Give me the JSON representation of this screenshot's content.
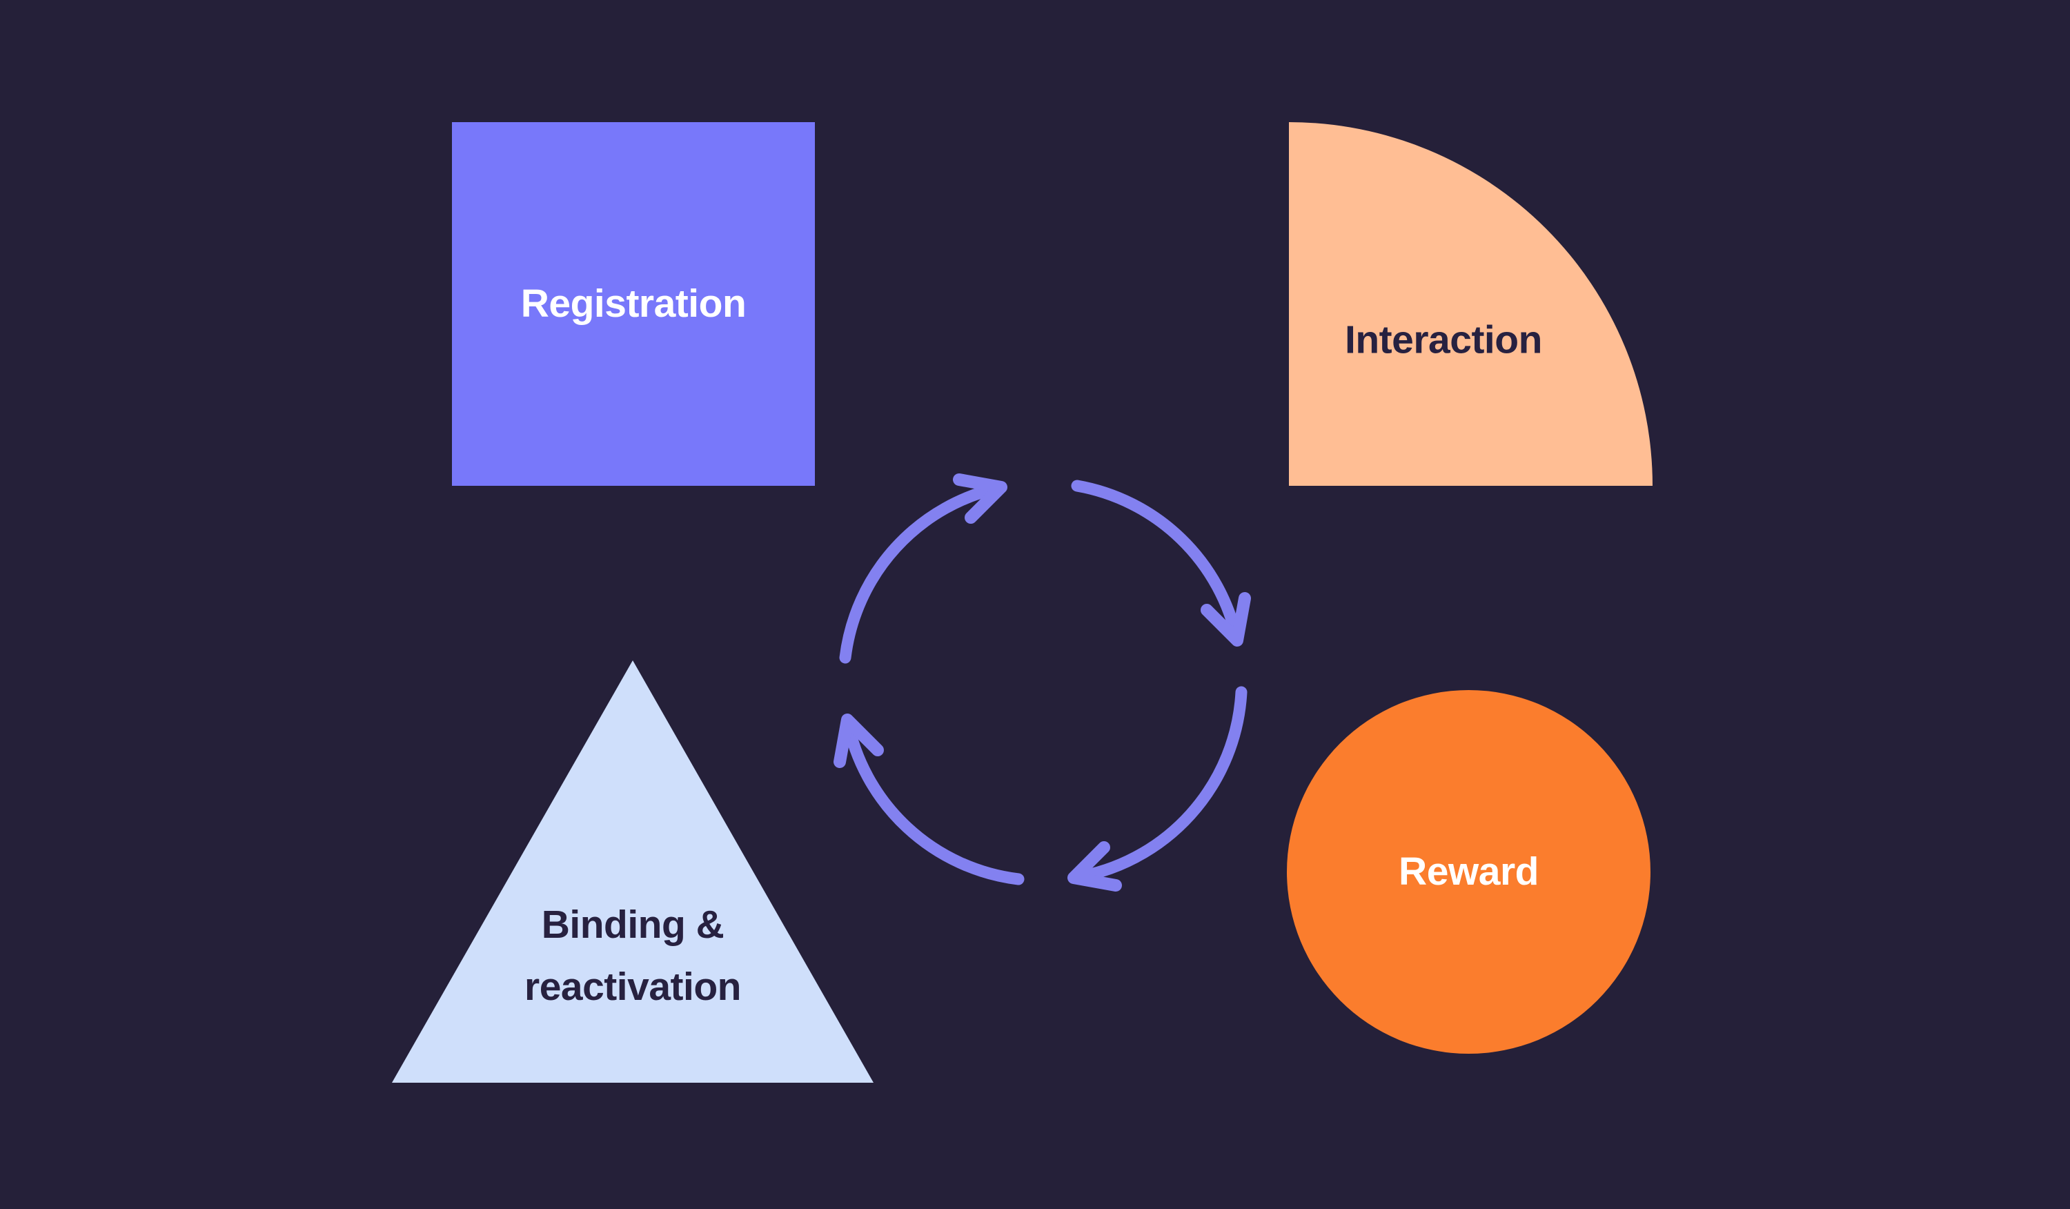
{
  "diagram": {
    "background_color": "#252039",
    "nodes": [
      {
        "id": "registration",
        "label": "Registration",
        "shape": "square",
        "fill": "#7878FA",
        "text_color": "#FFFFFF"
      },
      {
        "id": "interaction",
        "label": "Interaction",
        "shape": "quarter-circle",
        "fill": "#FFBE94",
        "text_color": "#272140"
      },
      {
        "id": "binding-reactivation",
        "label": "Binding & reactivation",
        "label_line1": "Binding &",
        "label_line2": "reactivation",
        "shape": "triangle",
        "fill": "#CFDFFB",
        "text_color": "#272140"
      },
      {
        "id": "reward",
        "label": "Reward",
        "shape": "circle",
        "fill": "#FB7D2D",
        "text_color": "#FFFFFF"
      }
    ],
    "cycle": {
      "icon": "circular-arrows-icon",
      "direction": "clockwise",
      "arrow_count": 4,
      "color": "#8381F0"
    }
  }
}
